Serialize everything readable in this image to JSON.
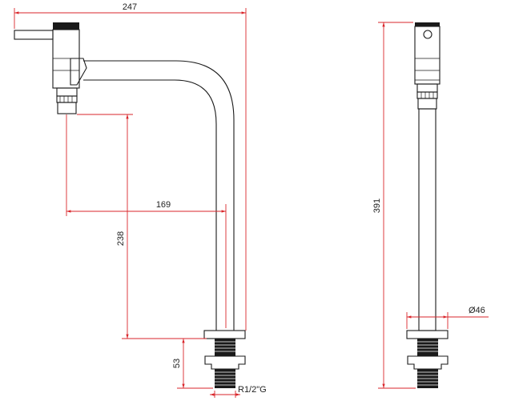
{
  "drawing": {
    "dimensions": {
      "total_width": "247",
      "spout_reach": "169",
      "spout_height": "238",
      "base_height": "53",
      "thread": "R1/2\"G",
      "total_height": "391",
      "pipe_diameter": "Ø46"
    }
  },
  "colors": {
    "dimension_line": "#d9262b",
    "outline": "#1a1a1a"
  }
}
